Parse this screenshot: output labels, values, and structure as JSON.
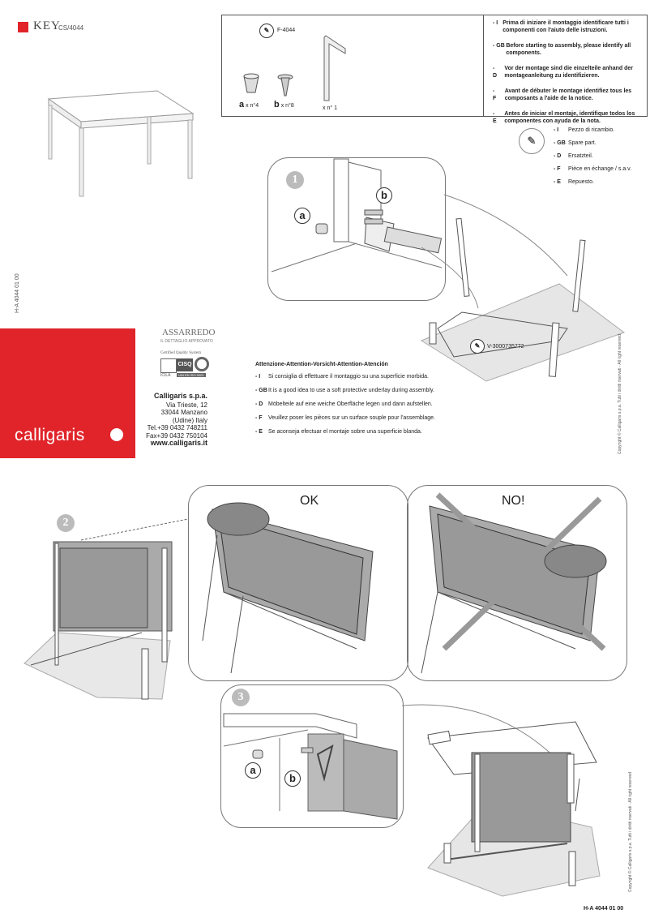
{
  "header": {
    "key": "KEY",
    "code": "CS/4044"
  },
  "parts": {
    "f_code": "F-4044",
    "a_letter": "a",
    "a_qty": "x n°4",
    "b_letter": "b",
    "b_qty": "x n°8",
    "allen_qty": "x n° 1"
  },
  "intro": [
    {
      "lang": "- I",
      "text": "Prima di iniziare il montaggio identificare tutti i componenti con l'aiuto delle istruzioni."
    },
    {
      "lang": "- GB",
      "text": "Before starting to assembly, please identify all components."
    },
    {
      "lang": "- D",
      "text": "Vor der montage  sind die einzelteile anhand der montageanleitung zu identifizieren."
    },
    {
      "lang": "- F",
      "text": "Avant de débuter le montage identifiez tous les composants a l'aide de la notice."
    },
    {
      "lang": "- E",
      "text": "Antes de iniciar el montaje, identifique todos los componentes con ayuda de la nota."
    }
  ],
  "spare": [
    {
      "lang": "- I",
      "text": "Pezzo di ricambio."
    },
    {
      "lang": "- GB",
      "text": "Spare part."
    },
    {
      "lang": "- D",
      "text": "Ersatzteil."
    },
    {
      "lang": "- F",
      "text": "Pièce en échange / s.a.v."
    },
    {
      "lang": "- E",
      "text": "Repuesto."
    }
  ],
  "step1": {
    "num": "1",
    "tag_a": "a",
    "tag_b": "b",
    "spare_code": "V-3000735772"
  },
  "step2": {
    "num": "2",
    "ok": "OK",
    "no": "NO!"
  },
  "step3": {
    "num": "3",
    "tag_a": "a",
    "tag_b": "b"
  },
  "warning": {
    "title": "Attenzione-Attention-Vorsicht-Attention-Atención",
    "items": [
      {
        "lang": "- I",
        "text": "Si consiglia di effettuare il montaggio su una superficie morbida."
      },
      {
        "lang": "- GB",
        "text": "It is a good idea to use a soft protective underlay during assembly."
      },
      {
        "lang": "- D",
        "text": "Möbelteile auf eine weiche Oberfläche legen und dann aufstellen."
      },
      {
        "lang": "- F",
        "text": "Veuillez poser les pièces sur un surface souple pour l'assemblage."
      },
      {
        "lang": "- E",
        "text": "Se aconseja efectuar el montaje sobre una superficie blanda."
      }
    ]
  },
  "company": {
    "name": "Calligaris s.p.a.",
    "street": "Via Trieste, 12",
    "city": "33044 Manzano",
    "region": "(Udine) Italy",
    "tel": "Tel.+39 0432 748211",
    "fax": "Fax+39 0432 750104",
    "web": "www.calligaris.it"
  },
  "certs": {
    "assarredo": "ASSARREDO",
    "assarredo_sub": "IL DETTAGLIO APPROVATO",
    "quality": "Certified Quality System",
    "cisq": "CISQ",
    "icila": "ICILA",
    "iso": "UNI EN ISO 9001"
  },
  "brand": "calligaris",
  "doc_code": "H-A 4044 01 00",
  "copyright": "Copyright © Calligaris s.p.a. Tutti i diritti riservati - All right reserved",
  "colors": {
    "brand_red": "#e0242a"
  }
}
